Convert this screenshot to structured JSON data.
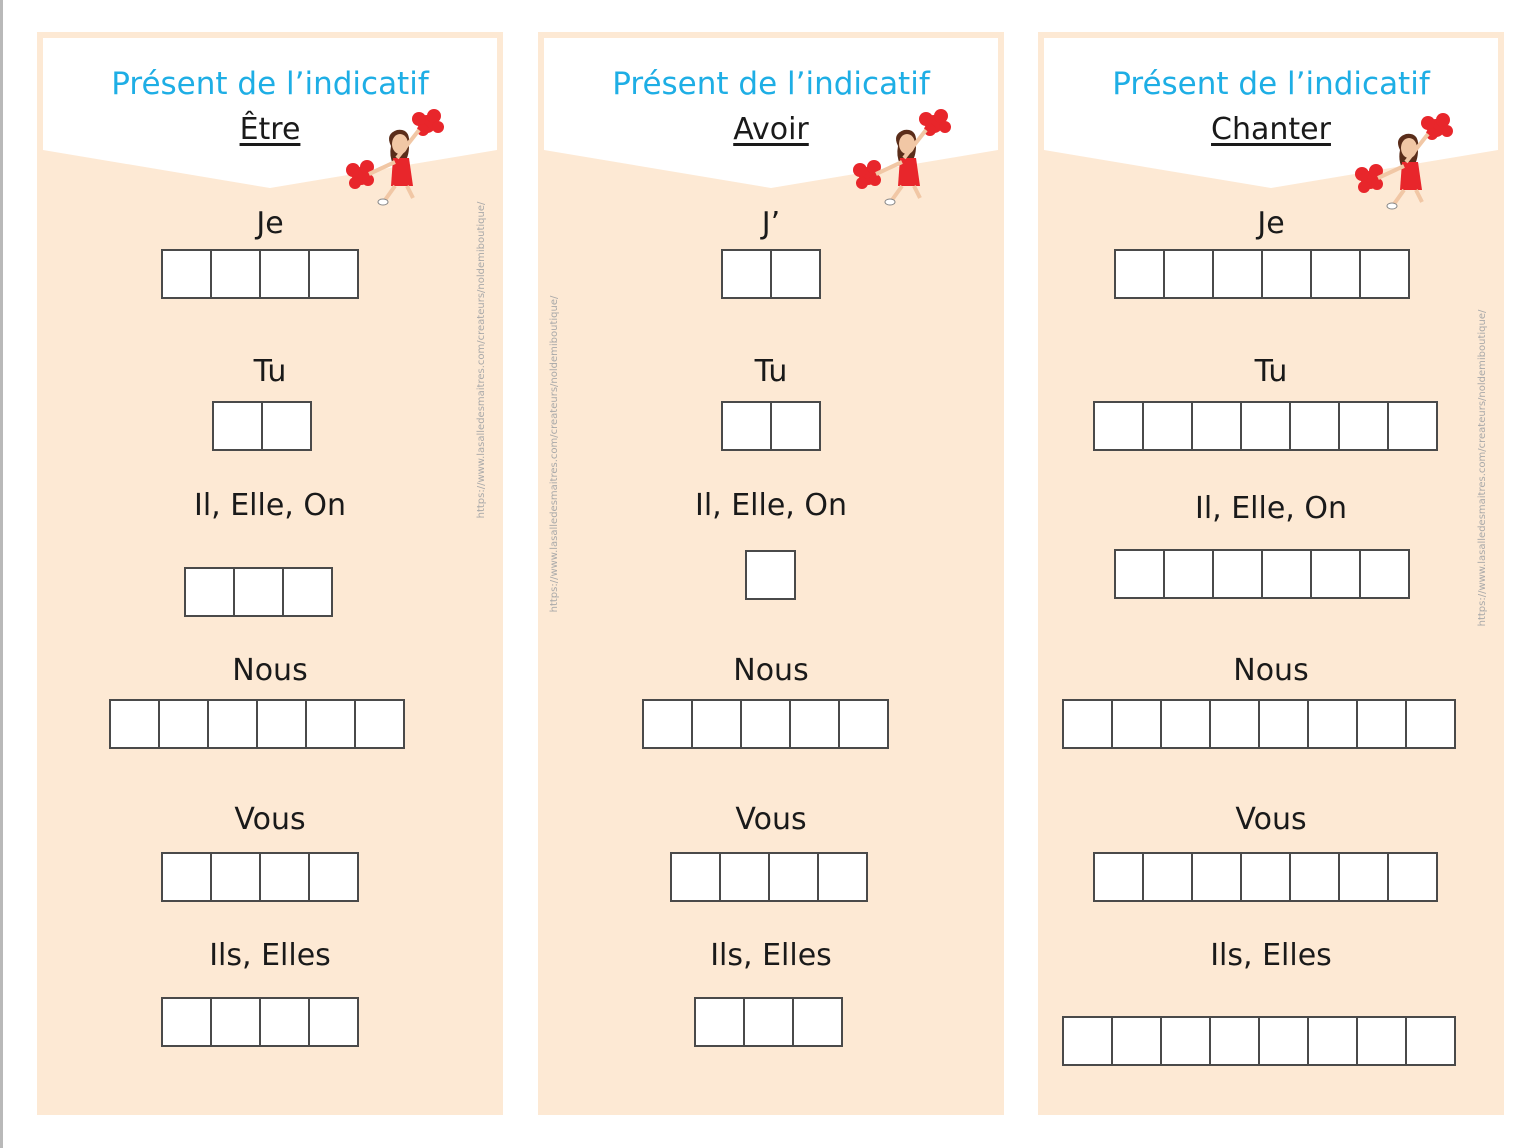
{
  "watermark": "https://www.lasalledesmaitres.com/createurs/noldemiboutique/",
  "colors": {
    "title": "#1eaee5",
    "card_bg": "#fde9d4",
    "box_border": "#4a4a4a"
  },
  "cards": [
    {
      "title": "Présent de l’indicatif",
      "verb": "Être",
      "rows": [
        {
          "pronoun": "Je",
          "letters": 4
        },
        {
          "pronoun": "Tu",
          "letters": 2
        },
        {
          "pronoun": "Il, Elle, On",
          "letters": 3
        },
        {
          "pronoun": "Nous",
          "letters": 6
        },
        {
          "pronoun": "Vous",
          "letters": 4
        },
        {
          "pronoun": "Ils, Elles",
          "letters": 4
        }
      ]
    },
    {
      "title": "Présent de l’indicatif",
      "verb": "Avoir",
      "rows": [
        {
          "pronoun": "J’",
          "letters": 2
        },
        {
          "pronoun": "Tu",
          "letters": 2
        },
        {
          "pronoun": "Il, Elle, On",
          "letters": 1
        },
        {
          "pronoun": "Nous",
          "letters": 5
        },
        {
          "pronoun": "Vous",
          "letters": 4
        },
        {
          "pronoun": "Ils, Elles",
          "letters": 3
        }
      ]
    },
    {
      "title": "Présent de l’indicatif",
      "verb": "Chanter",
      "rows": [
        {
          "pronoun": "Je",
          "letters": 6
        },
        {
          "pronoun": "Tu",
          "letters": 7
        },
        {
          "pronoun": "Il, Elle, On",
          "letters": 6
        },
        {
          "pronoun": "Nous",
          "letters": 8
        },
        {
          "pronoun": "Vous",
          "letters": 7
        },
        {
          "pronoun": "Ils, Elles",
          "letters": 8
        }
      ]
    }
  ]
}
